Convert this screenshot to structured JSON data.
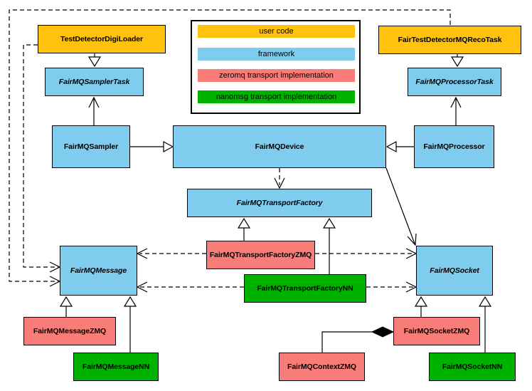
{
  "palette": {
    "user_code": "#FFC20E",
    "framework": "#7FCCEE",
    "zeromq": "#F87C77",
    "nanomsg": "#00B200",
    "line": "#000000"
  },
  "legend": {
    "items": [
      {
        "label": "user code",
        "color": "#FFC20E"
      },
      {
        "label": "framework",
        "color": "#7FCCEE"
      },
      {
        "label": "zeromq transport implementation",
        "color": "#F87C77"
      },
      {
        "label": "nanomsg transport implementation",
        "color": "#00B200"
      }
    ]
  },
  "nodes": {
    "testDetectorDigiLoader": {
      "label": "TestDetectorDigiLoader"
    },
    "fairTestDetectorMQRecoTask": {
      "label": "FairTestDetectorMQRecoTask"
    },
    "fairMQSamplerTask": {
      "label": "FairMQSamplerTask"
    },
    "fairMQProcessorTask": {
      "label": "FairMQProcessorTask"
    },
    "fairMQSampler": {
      "label": "FairMQSampler"
    },
    "fairMQDevice": {
      "label": "FairMQDevice"
    },
    "fairMQProcessor": {
      "label": "FairMQProcessor"
    },
    "fairMQTransportFactory": {
      "label": "FairMQTransportFactory"
    },
    "fairMQTransportFactoryZMQ": {
      "label": "FairMQTransportFactoryZMQ"
    },
    "fairMQTransportFactoryNN": {
      "label": "FairMQTransportFactoryNN"
    },
    "fairMQMessage": {
      "label": "FairMQMessage"
    },
    "fairMQSocket": {
      "label": "FairMQSocket"
    },
    "fairMQMessageZMQ": {
      "label": "FairMQMessageZMQ"
    },
    "fairMQMessageNN": {
      "label": "FairMQMessageNN"
    },
    "fairMQContextZMQ": {
      "label": "FairMQContextZMQ"
    },
    "fairMQSocketZMQ": {
      "label": "FairMQSocketZMQ"
    },
    "fairMQSocketNN": {
      "label": "FairMQSocketNN"
    }
  },
  "edges": [
    {
      "from": "TestDetectorDigiLoader",
      "to": "FairMQSamplerTask",
      "type": "inheritance"
    },
    {
      "from": "FairTestDetectorMQRecoTask",
      "to": "FairMQProcessorTask",
      "type": "inheritance"
    },
    {
      "from": "FairMQSampler",
      "to": "FairMQSamplerTask",
      "type": "association"
    },
    {
      "from": "FairMQProcessor",
      "to": "FairMQProcessorTask",
      "type": "association"
    },
    {
      "from": "FairMQSampler",
      "to": "FairMQDevice",
      "type": "inheritance"
    },
    {
      "from": "FairMQProcessor",
      "to": "FairMQDevice",
      "type": "inheritance"
    },
    {
      "from": "FairMQDevice",
      "to": "FairMQTransportFactory",
      "type": "dependency-dashed"
    },
    {
      "from": "FairMQDevice",
      "to": "FairMQSocket",
      "type": "association"
    },
    {
      "from": "FairMQTransportFactoryZMQ",
      "to": "FairMQTransportFactory",
      "type": "inheritance"
    },
    {
      "from": "FairMQTransportFactoryNN",
      "to": "FairMQTransportFactory",
      "type": "inheritance"
    },
    {
      "from": "TestDetectorDigiLoader",
      "to": "FairMQMessage",
      "type": "dependency-dashed"
    },
    {
      "from": "FairTestDetectorMQRecoTask",
      "to": "FairMQMessage",
      "type": "dependency-dashed"
    },
    {
      "from": "FairMQTransportFactoryZMQ",
      "to": "FairMQMessage",
      "type": "dependency-dashed"
    },
    {
      "from": "FairMQTransportFactoryZMQ",
      "to": "FairMQSocket",
      "type": "dependency-dashed"
    },
    {
      "from": "FairMQTransportFactoryNN",
      "to": "FairMQMessage",
      "type": "dependency-dashed"
    },
    {
      "from": "FairMQTransportFactoryNN",
      "to": "FairMQSocket",
      "type": "dependency-dashed"
    },
    {
      "from": "FairMQMessageZMQ",
      "to": "FairMQMessage",
      "type": "inheritance"
    },
    {
      "from": "FairMQMessageNN",
      "to": "FairMQMessage",
      "type": "inheritance"
    },
    {
      "from": "FairMQSocketZMQ",
      "to": "FairMQSocket",
      "type": "inheritance"
    },
    {
      "from": "FairMQSocketNN",
      "to": "FairMQSocket",
      "type": "inheritance"
    },
    {
      "from": "FairMQSocketZMQ",
      "to": "FairMQContextZMQ",
      "type": "composition"
    }
  ]
}
